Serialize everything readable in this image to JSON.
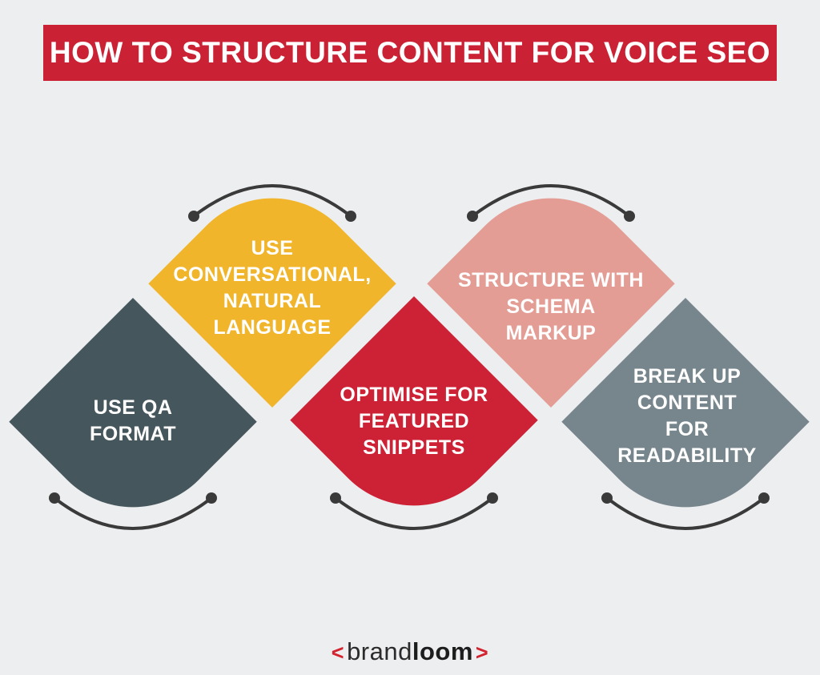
{
  "title": "HOW TO STRUCTURE CONTENT FOR VOICE SEO",
  "colors": {
    "background": "#EDEEF0",
    "banner_red": "#CB2134",
    "arc": "#3A3A3A",
    "white": "#FFFFFF",
    "logo_chevron_red": "#D2232E",
    "logo_text": "#2B2B2B"
  },
  "diamonds": [
    {
      "id": "use-qa-format",
      "label": "USE QA FORMAT",
      "lines": [
        "USE QA",
        "FORMAT"
      ],
      "color": "#46565D",
      "row": "bottom"
    },
    {
      "id": "use-conversational-natural-language",
      "label": "USE CONVERSATIONAL, NATURAL LANGUAGE",
      "lines": [
        "USE",
        "CONVERSATIONAL,",
        "NATURAL",
        "LANGUAGE"
      ],
      "color": "#F1B52B",
      "row": "top"
    },
    {
      "id": "optimise-for-featured-snippets",
      "label": "OPTIMISE FOR FEATURED SNIPPETS",
      "lines": [
        "OPTIMISE FOR",
        "FEATURED",
        "SNIPPETS"
      ],
      "color": "#CD2136",
      "row": "bottom"
    },
    {
      "id": "structure-with-schema-markup",
      "label": "STRUCTURE WITH SCHEMA MARKUP",
      "lines": [
        "STRUCTURE WITH",
        "SCHEMA",
        "MARKUP"
      ],
      "color": "#E39D95",
      "row": "top"
    },
    {
      "id": "break-up-content-for-readability",
      "label": "BREAK UP CONTENT FOR READABILITY",
      "lines": [
        "BREAK UP",
        "CONTENT",
        "FOR",
        "READABILITY"
      ],
      "color": "#77858C",
      "row": "bottom"
    }
  ],
  "logo": {
    "chevron_left": "<",
    "brand": "brand",
    "loom": "loom",
    "chevron_right": ">"
  }
}
